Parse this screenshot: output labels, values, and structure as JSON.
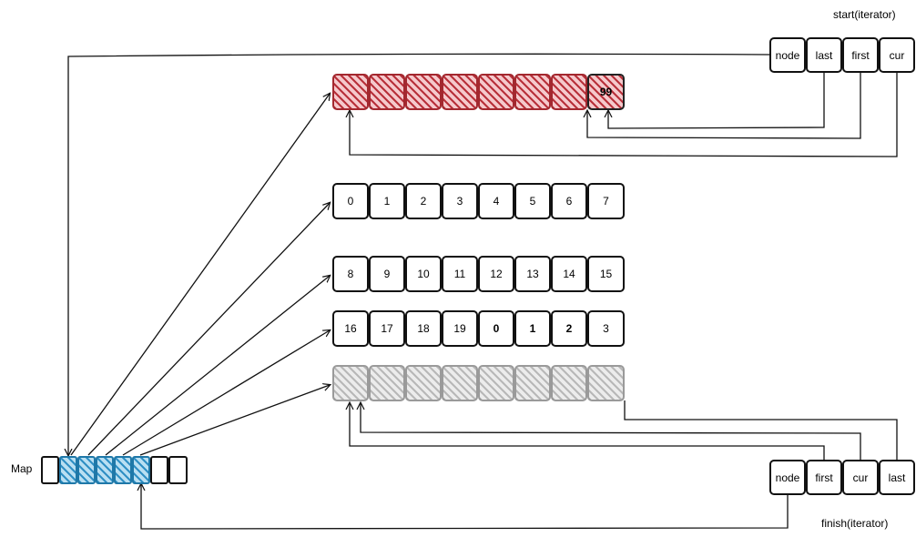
{
  "labels": {
    "start": "start(iterator)",
    "finish": "finish(iterator)",
    "map": "Map"
  },
  "start_fields": [
    "node",
    "last",
    "first",
    "cur"
  ],
  "finish_fields": [
    "node",
    "first",
    "cur",
    "last"
  ],
  "buffers": {
    "row1_last": "99",
    "row2": [
      "0",
      "1",
      "2",
      "3",
      "4",
      "5",
      "6",
      "7"
    ],
    "row3": [
      "8",
      "9",
      "10",
      "11",
      "12",
      "13",
      "14",
      "15"
    ],
    "row4": [
      "16",
      "17",
      "18",
      "19",
      "0",
      "1",
      "2",
      "3"
    ]
  },
  "colors": {
    "used_buffer": "#b8303a",
    "unused_buffer": "#b8b8b8",
    "map_used": "#2f8fc4"
  }
}
